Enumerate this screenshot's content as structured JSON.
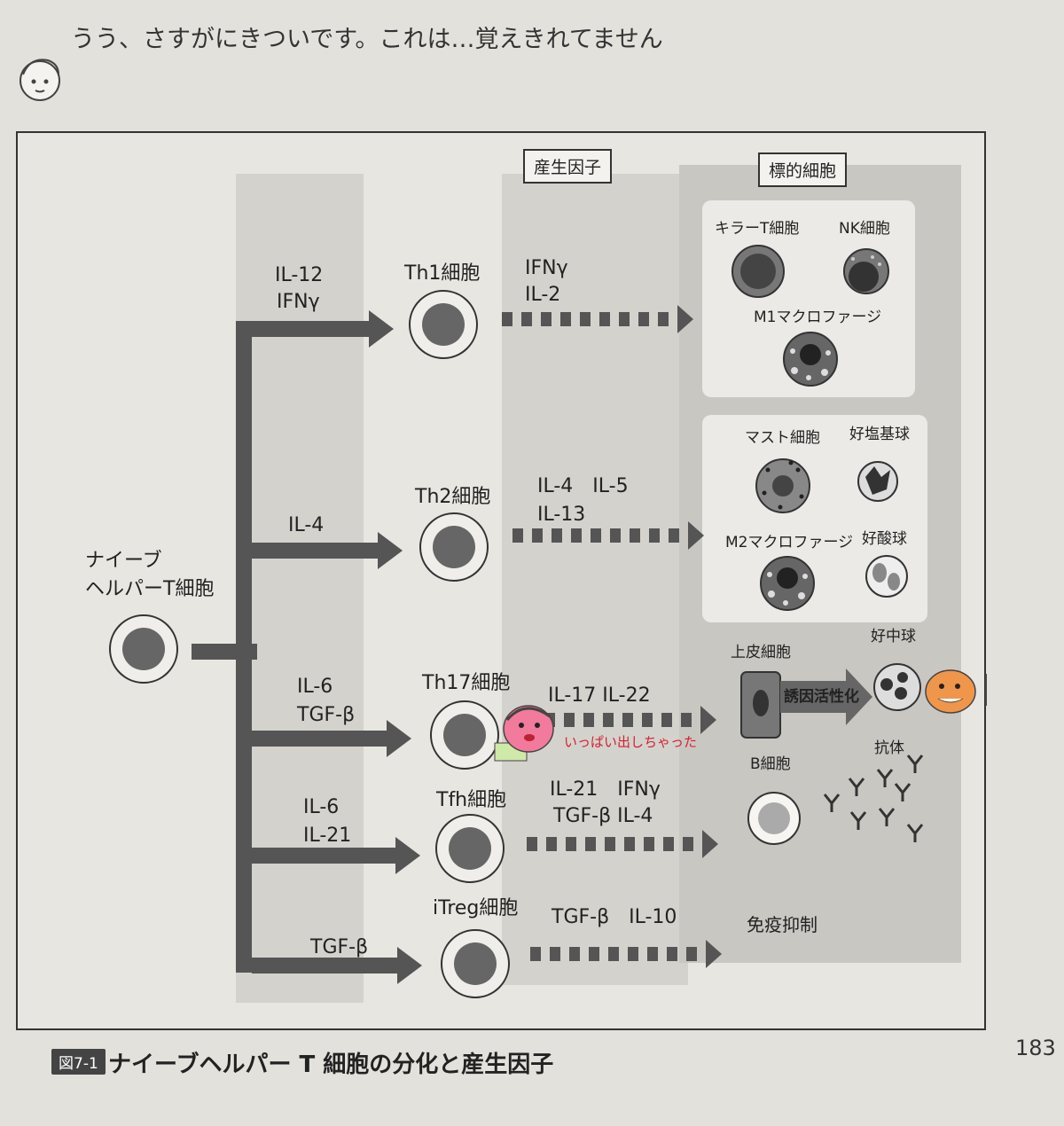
{
  "header": {
    "text": "うう、さすがにきついです。これは…覚えきれてません"
  },
  "page_number": "183",
  "figure": {
    "label": "図7-1",
    "title": "ナイーブヘルパー T 細胞の分化と産生因子"
  },
  "columns": {
    "factors": "産生因子",
    "targets": "標的細胞"
  },
  "naive": {
    "line1": "ナイーブ",
    "line2": "ヘルパーT細胞"
  },
  "branches": [
    {
      "inducers": [
        "IL-12",
        "IFNγ"
      ],
      "cell": "Th1細胞",
      "factors": [
        "IFNγ",
        "IL-2"
      ]
    },
    {
      "inducers": [
        "IL-4"
      ],
      "cell": "Th2細胞",
      "factors": [
        "IL-4　IL-5",
        "IL-13"
      ]
    },
    {
      "inducers": [
        "IL-6",
        "TGF-β"
      ],
      "cell": "Th17細胞",
      "factors": [
        "IL-17 IL-22"
      ]
    },
    {
      "inducers": [
        "IL-6",
        "IL-21"
      ],
      "cell": "Tfh細胞",
      "factors": [
        "IL-21　IFNγ",
        "TGF-β IL-4"
      ]
    },
    {
      "inducers": [
        "TGF-β"
      ],
      "cell": "iTreg細胞",
      "factors": [
        "TGF-β　IL-10"
      ]
    }
  ],
  "targets": {
    "th1": {
      "killer_t": "キラーT細胞",
      "nk": "NK細胞",
      "m1": "M1マクロファージ"
    },
    "th2": {
      "mast": "マスト細胞",
      "basophil": "好塩基球",
      "m2": "M2マクロファージ",
      "eosinophil": "好酸球"
    },
    "th17": {
      "epithelial": "上皮細胞",
      "neutrophil": "好中球",
      "induction": "誘因活性化"
    },
    "tfh": {
      "b_cell": "B細胞",
      "antibody": "抗体"
    },
    "itreg": {
      "suppression": "免疫抑制"
    }
  },
  "annotation": {
    "text": "いっぱい出しちゃった"
  }
}
